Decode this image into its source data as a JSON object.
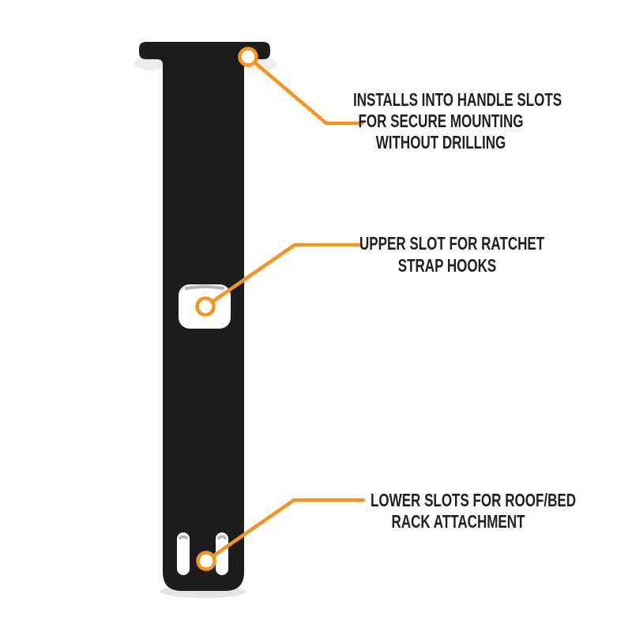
{
  "colors": {
    "accent": "#F7941E",
    "bracket": "#1D1D1D",
    "text": "#231F20",
    "background": "#FFFFFF"
  },
  "annotations": [
    {
      "id": "handle-slots",
      "lines": [
        "INSTALLS INTO HANDLE SLOTS",
        "FOR SECURE MOUNTING",
        "WITHOUT DRILLING"
      ]
    },
    {
      "id": "upper-slot",
      "lines": [
        "UPPER SLOT FOR RATCHET",
        "STRAP HOOKS"
      ]
    },
    {
      "id": "lower-slots",
      "lines": [
        "LOWER SLOTS FOR ROOF/BED",
        "RACK ATTACHMENT"
      ]
    }
  ]
}
